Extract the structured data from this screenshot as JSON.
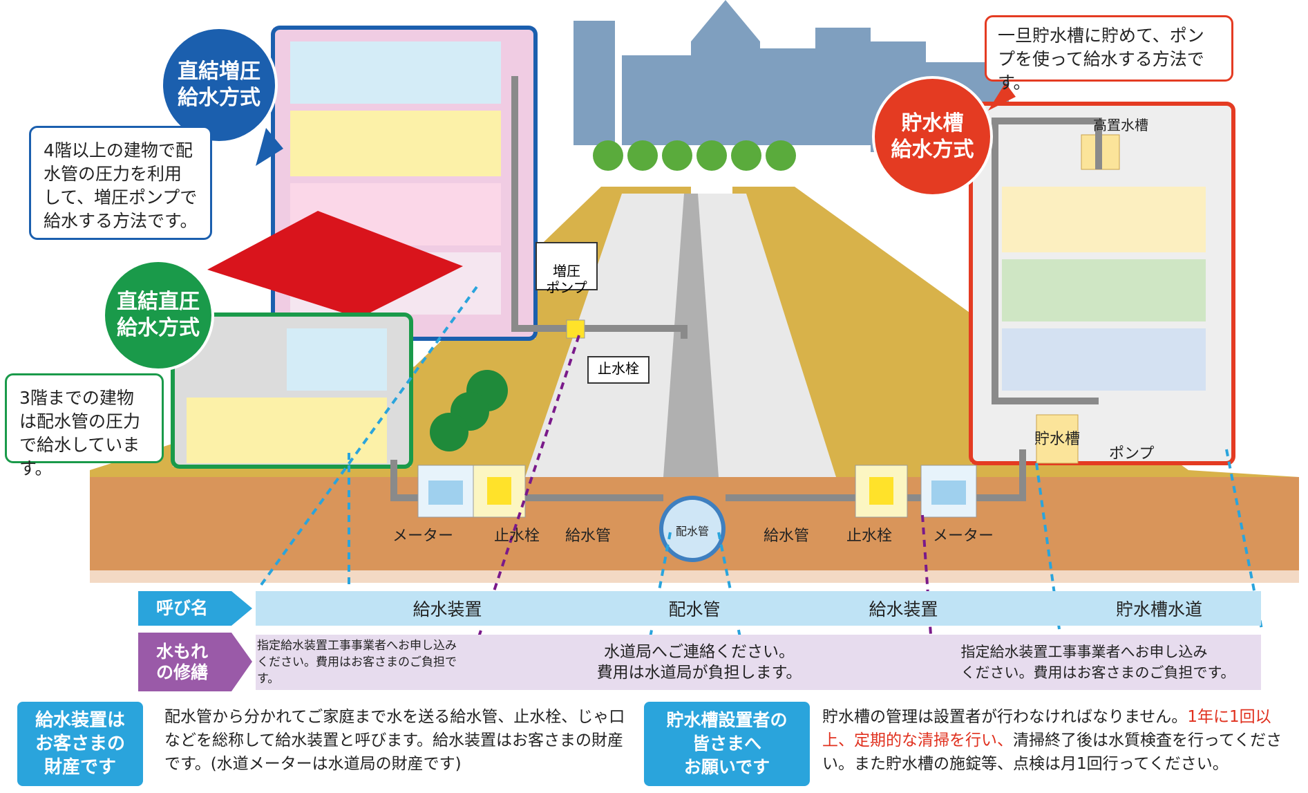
{
  "methods": {
    "booster": {
      "title": "直結増圧\n給水方式",
      "desc": "4階以上の建物で配水管の圧力を利用して、増圧ポンプで給水する方法です。",
      "color": "#1b5fae"
    },
    "direct": {
      "title": "直結直圧\n給水方式",
      "desc": "3階までの建物は配水管の圧力で給水しています。",
      "color": "#1a9a4a"
    },
    "tank": {
      "title": "貯水槽\n給水方式",
      "desc": "一旦貯水槽に貯めて、ポンプを使って給水する方法です。",
      "color": "#e43b22"
    }
  },
  "labels": {
    "booster_pump": "増圧\nポンプ",
    "stop_valve_upper": "止水栓",
    "high_tank": "高置水槽",
    "storage_tank": "貯水槽",
    "pump": "ポンプ",
    "meter_left": "メーター",
    "stop_valve_left": "止水栓",
    "supply_pipe_left": "給水管",
    "main_pipe": "配水管",
    "supply_pipe_right": "給水管",
    "stop_valve_right": "止水栓",
    "meter_right": "メーター"
  },
  "band": {
    "name_header": "呼び名",
    "repair_header": "水もれ\nの修繕",
    "names": [
      "給水装置",
      "配水管",
      "給水装置",
      "貯水槽水道"
    ],
    "repairs": [
      "指定給水装置工事事業者へお申し込み\nください。費用はお客さまのご負担です。",
      "水道局へご連絡ください。\n費用は水道局が負担します。",
      "指定給水装置工事事業者へお申し込み\nください。費用はお客さまのご負担です。"
    ]
  },
  "info": {
    "left_badge": "給水装置は\nお客さまの\n財産です",
    "left_text": "配水管から分かれてご家庭まで水を送る給水管、止水栓、じゃ口などを総称して給水装置と呼びます。給水装置はお客さまの財産です。(水道メーターは水道局の財産です)",
    "right_badge": "貯水槽設置者の\n皆さまへ\nお願いです",
    "right_text_before": "貯水槽の管理は設置者が行わなければなりません。",
    "right_text_red": "1年に1回以上、定期的な清掃を行い、",
    "right_text_after": "清掃終了後は水質検査を行ってください。また貯水槽の施錠等、点検は月1回行ってください。"
  }
}
